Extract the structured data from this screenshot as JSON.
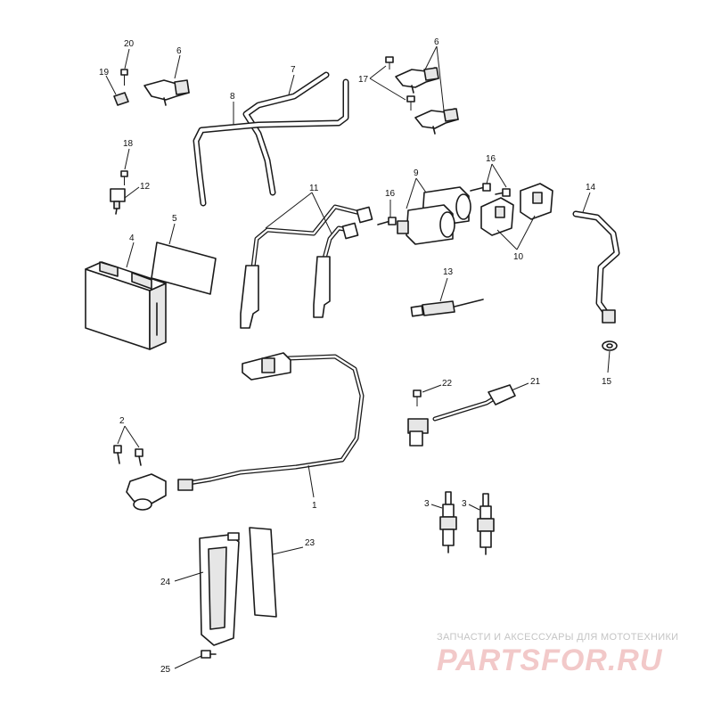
{
  "callouts": {
    "c1": "1",
    "c2": "2",
    "c3a": "3",
    "c3b": "3",
    "c4": "4",
    "c5": "5",
    "c6a": "6",
    "c6b": "6",
    "c7": "7",
    "c8": "8",
    "c9": "9",
    "c10": "10",
    "c11": "11",
    "c12": "12",
    "c13": "13",
    "c14": "14",
    "c15": "15",
    "c16a": "16",
    "c16b": "16",
    "c17": "17",
    "c18": "18",
    "c19": "19",
    "c20": "20",
    "c21": "21",
    "c22": "22",
    "c23": "23",
    "c24": "24",
    "c25": "25"
  },
  "watermark": {
    "tagline": "ЗАПЧАСТИ И АКСЕССУАРЫ ДЛЯ МОТОТЕХНИКИ",
    "logo": "PARTSFOR.RU",
    "color": "#e8a0a0"
  }
}
